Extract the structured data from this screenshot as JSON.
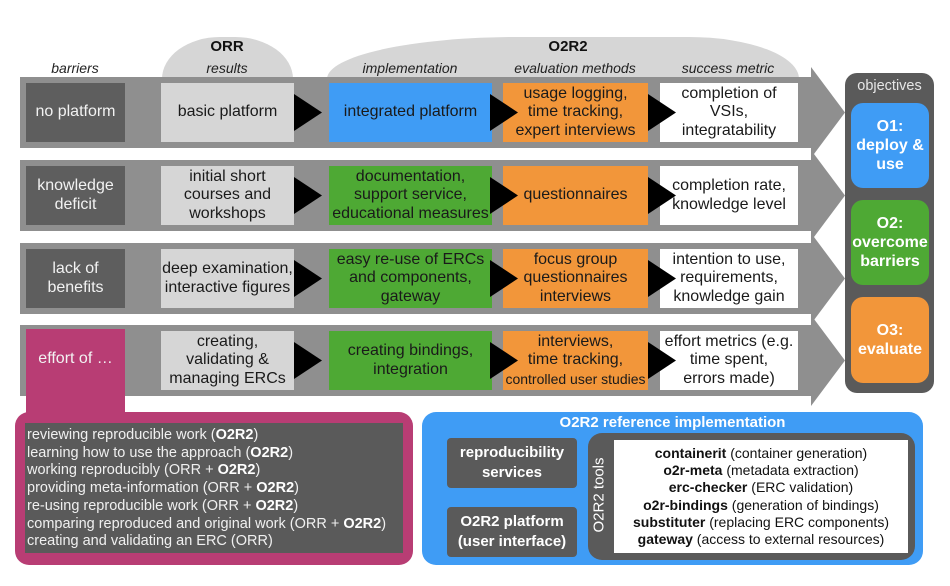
{
  "colors": {
    "band": "#8f8f8f",
    "header_bump": "#d6d6d6",
    "barrier": "#5e5e5e",
    "results": "#d6d6d6",
    "blue": "#3f9cf5",
    "green": "#4ea934",
    "orange": "#f2963a",
    "magenta": "#b83d74",
    "dark": "#5a5a5a"
  },
  "header": {
    "barriers": "barriers",
    "orr": {
      "title": "ORR",
      "results": "results"
    },
    "o2r2": {
      "title": "O2R2",
      "implementation": "implementation",
      "evaluation_methods": "evaluation methods",
      "success_metric": "success metric"
    }
  },
  "rows": [
    {
      "barrier": [
        "no platform"
      ],
      "results": [
        "basic platform"
      ],
      "implementation": [
        "integrated platform"
      ],
      "evaluation": [
        "usage logging,",
        "time tracking,",
        "expert interviews"
      ],
      "metric": [
        "completion of",
        "VSIs,",
        "integratability"
      ]
    },
    {
      "barrier": [
        "knowledge",
        "deficit"
      ],
      "results": [
        "initial short",
        "courses and",
        "workshops"
      ],
      "implementation": [
        "documentation,",
        "support service,",
        "educational measures"
      ],
      "evaluation": [
        "questionnaires"
      ],
      "metric": [
        "completion rate,",
        "knowledge level"
      ]
    },
    {
      "barrier": [
        "lack of",
        "benefits"
      ],
      "results": [
        "deep examination,",
        "interactive figures"
      ],
      "implementation": [
        "easy re-use of ERCs",
        "and components,",
        "gateway"
      ],
      "evaluation": [
        "focus group",
        "questionnaires",
        "interviews"
      ],
      "metric": [
        "intention to use,",
        "requirements,",
        "knowledge gain"
      ]
    },
    {
      "barrier": [
        "effort of …"
      ],
      "results": [
        "creating,",
        "validating &",
        "managing ERCs"
      ],
      "implementation": [
        "creating bindings,",
        "integration"
      ],
      "evaluation": [
        "interviews,",
        "time tracking,",
        "controlled user studies"
      ],
      "metric": [
        "effort metrics (e.g.",
        "time spent,",
        "errors made)"
      ]
    }
  ],
  "objectives": {
    "title": "objectives",
    "items": [
      {
        "lines": [
          "O1:",
          "deploy &",
          "use"
        ]
      },
      {
        "lines": [
          "O2:",
          "overcome",
          "barriers"
        ]
      },
      {
        "lines": [
          "O3:",
          "evaluate"
        ]
      }
    ]
  },
  "effort_list": [
    {
      "text": "reviewing reproducible work (",
      "bold": "O2R2",
      "end": ")"
    },
    {
      "text": "learning how to use the approach (",
      "bold": "O2R2",
      "end": ")"
    },
    {
      "text": "working reproducibly (ORR + ",
      "bold": "O2R2",
      "end": ")"
    },
    {
      "text": "providing meta-information (ORR + ",
      "bold": "O2R2",
      "end": ")"
    },
    {
      "text": "re-using reproducible work (ORR + ",
      "bold": "O2R2",
      "end": ")"
    },
    {
      "text": "comparing reproduced and original work (ORR + ",
      "bold": "O2R2",
      "end": ")"
    },
    {
      "text": "creating and validating an ERC (ORR)",
      "bold": "",
      "end": ""
    }
  ],
  "reference_implementation": {
    "title": "O2R2 reference implementation",
    "services": [
      "reproducibility",
      "services"
    ],
    "platform": [
      "O2R2 platform",
      "(user interface)"
    ],
    "tools_label": "O2R2 tools",
    "tools": [
      {
        "name": "containerit",
        "desc": "(container generation)"
      },
      {
        "name": "o2r-meta",
        "desc": "(metadata extraction)"
      },
      {
        "name": "erc-checker",
        "desc": "(ERC validation)"
      },
      {
        "name": "o2r-bindings",
        "desc": "(generation of bindings)"
      },
      {
        "name": "substituter",
        "desc": "(replacing ERC components)"
      },
      {
        "name": "gateway",
        "desc": "(access to external resources)"
      }
    ]
  }
}
